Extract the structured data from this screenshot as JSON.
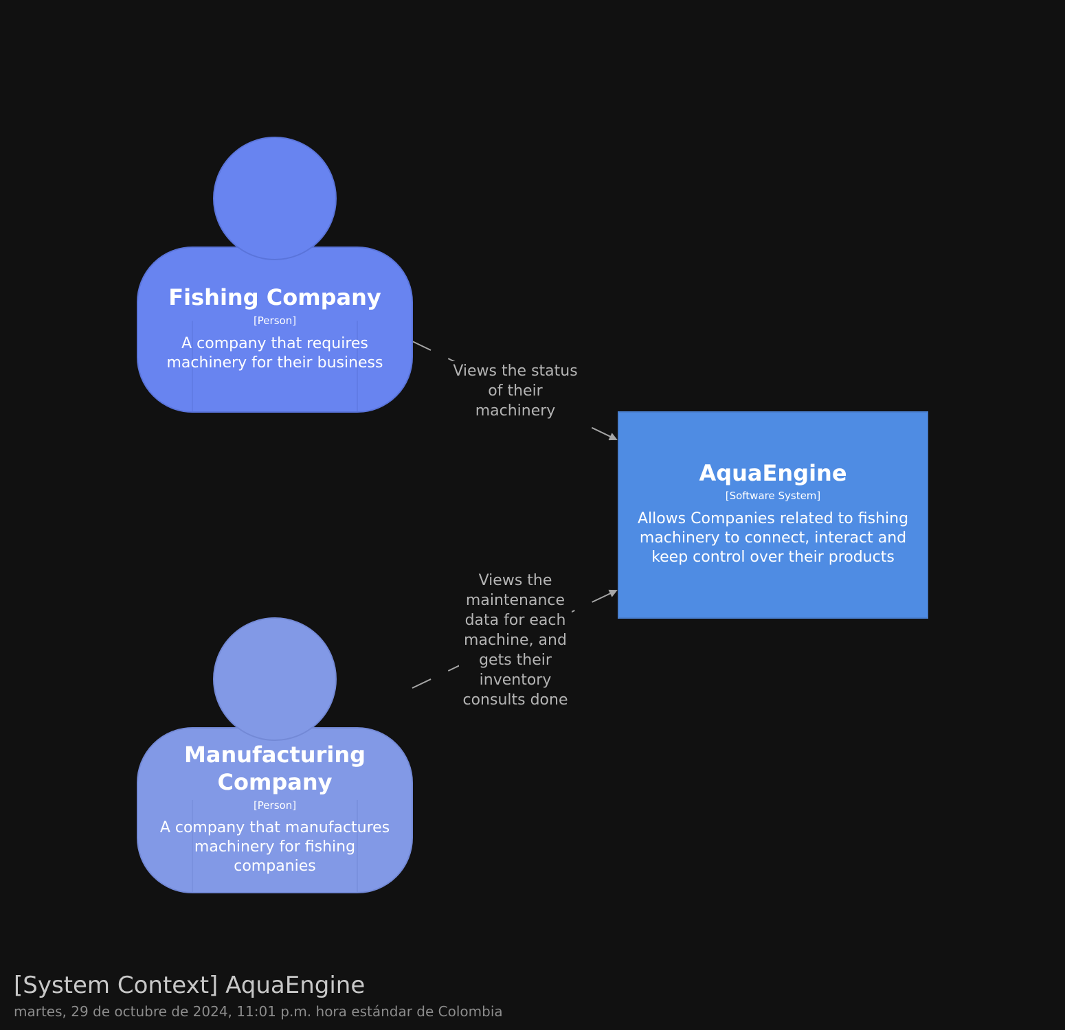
{
  "colors": {
    "background": "#111111",
    "fishing_company": "#6884f0",
    "manufacturing_company": "#8299e6",
    "software_system": "#4f8ce3",
    "edge": "#a6a6a6",
    "edge_label": "#b4b4b4"
  },
  "nodes": {
    "fishing_company": {
      "title": "Fishing Company",
      "type": "[Person]",
      "description": "A company that requires machinery for their business"
    },
    "manufacturing_company": {
      "title": "Manufacturing Company",
      "type": "[Person]",
      "description": "A company that manufactures machinery for fishing companies"
    },
    "aquaengine": {
      "title": "AquaEngine",
      "type": "[Software System]",
      "description": "Allows Companies related to fishing machinery to connect, interact and keep control over their products"
    }
  },
  "edges": {
    "fishing_to_aquaengine": {
      "label": "Views the status of their machinery"
    },
    "manufacturing_to_aquaengine": {
      "label": "Views the maintenance data for each machine, and gets their inventory consults done"
    }
  },
  "footer": {
    "title": "[System Context] AquaEngine",
    "date": "martes, 29 de octubre de 2024, 11:01 p.m. hora estándar de Colombia"
  }
}
